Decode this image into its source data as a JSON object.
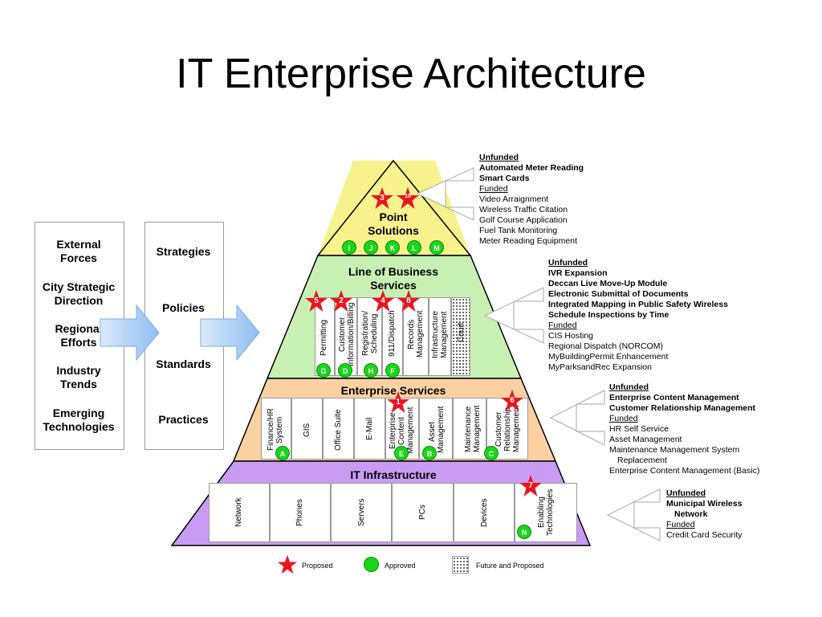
{
  "title": "IT Enterprise Architecture",
  "left_box": [
    "External Forces",
    "City Strategic Direction",
    "Regional Efforts",
    "Industry Trends",
    "Emerging Technologies"
  ],
  "middle_box": [
    "Strategies",
    "Policies",
    "Standards",
    "Practices"
  ],
  "pyramid": {
    "point": {
      "label": "Point Solutions",
      "circles": [
        "I",
        "J",
        "K",
        "L",
        "M"
      ],
      "stars": [
        "3",
        "10"
      ]
    },
    "lob": {
      "label": "Line of Business Services",
      "columns": [
        "Permitting",
        "Customer\nInformation/Billing",
        "Registration/\nScheduling",
        "911/Dispatch",
        "Records\nManagement",
        "Infrastructure\nManagement",
        "Court"
      ],
      "circles": [
        "G",
        "D",
        "H",
        "F"
      ],
      "stars": [
        "5",
        "2",
        "4",
        "8"
      ]
    },
    "enterprise": {
      "label": "Enterprise Services",
      "columns": [
        "Finance/HR\nSystem",
        "GIS",
        "Office Suite",
        "E-Mail",
        "Enterprise\nContent\nManagement",
        "Asset\nManagement",
        "Maintenance\nManagement",
        "Customer\nRelationship\nManagement"
      ],
      "circles": [
        "A",
        "E",
        "B",
        "C"
      ],
      "stars": [
        "1",
        "6"
      ]
    },
    "infrastructure": {
      "label": "IT Infrastructure",
      "columns": [
        "Network",
        "Phones",
        "Servers",
        "PCs",
        "Devices",
        "Enabling\nTechnologies"
      ],
      "circles": [
        "N"
      ],
      "stars": [
        "7"
      ]
    }
  },
  "notes": {
    "point": {
      "unfunded_label": "Unfunded",
      "unfunded": [
        "Automated Meter Reading",
        "Smart Cards"
      ],
      "funded_label": "Funded",
      "funded": [
        "Video Arraignment",
        "Wireless Traffic Citation",
        "Golf Course Application",
        "Fuel Tank Monitoring",
        "Meter Reading Equipment"
      ]
    },
    "lob": {
      "unfunded_label": "Unfunded",
      "unfunded": [
        "IVR Expansion",
        "Deccan Live Move-Up Module",
        "Electronic Submittal of Documents",
        "Integrated Mapping in Public Safety Wireless",
        "Schedule Inspections by Time"
      ],
      "funded_label": "Funded",
      "funded": [
        "CIS Hosting",
        "Regional Dispatch (NORCOM)",
        "MyBuildingPermit Enhancement",
        "MyParksandRec Expansion"
      ]
    },
    "enterprise": {
      "unfunded_label": "Unfunded",
      "unfunded": [
        "Enterprise Content Management",
        "Customer Relationship Management"
      ],
      "funded_label": "Funded",
      "funded": [
        "HR Self Service",
        "Asset Management",
        "Maintenance Management System",
        "   Replacement",
        "Enterprise Content Management (Basic)"
      ]
    },
    "infra": {
      "unfunded_label": "Unfunded",
      "unfunded": [
        "Municipal Wireless",
        "   Network"
      ],
      "funded_label": "Funded",
      "funded": [
        "Credit Card Security"
      ]
    }
  },
  "legend": {
    "proposed": "Proposed",
    "approved": "Approved",
    "future": "Future and Proposed"
  },
  "colors": {
    "point": "#f7f28c",
    "lob": "#c9f0b4",
    "enterprise": "#fbd1a2",
    "infrastructure": "#c89cf2",
    "star": "#e8161e",
    "circle": "#19d619",
    "arrow": "#9cc8f5"
  }
}
